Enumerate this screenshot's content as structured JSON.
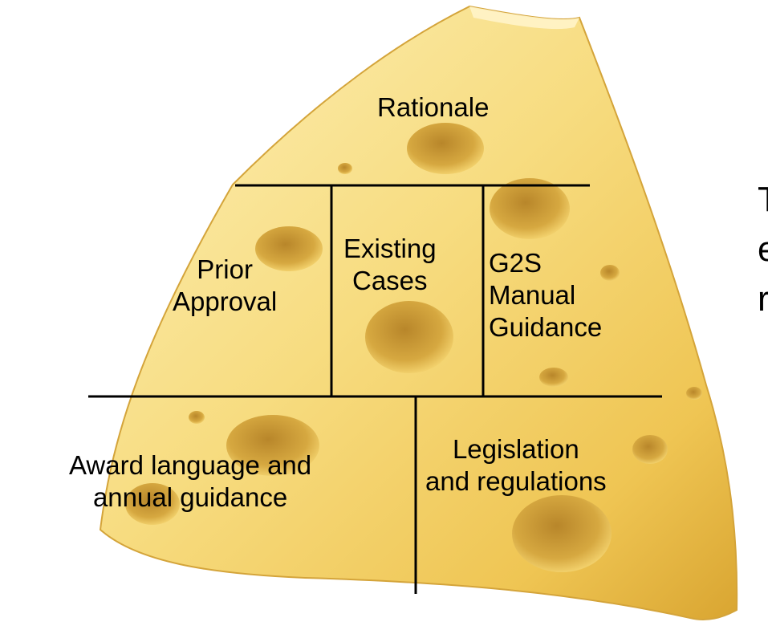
{
  "diagram": {
    "sections": {
      "rationale": "Rationale",
      "prior_approval": [
        "Prior",
        "Approval"
      ],
      "existing_cases": [
        "Existing",
        "Cases"
      ],
      "g2s_manual": [
        "G2S",
        "Manual",
        "Guidance"
      ],
      "award_language": [
        "Award language and",
        "annual guidance"
      ],
      "legislation": [
        "Legislation",
        "and regulations"
      ]
    },
    "side_text": [
      "T",
      "e",
      "r"
    ]
  },
  "colors": {
    "cheese_light": "#fbe9a6",
    "cheese_mid": "#f3cf5f",
    "cheese_dark": "#d9a531",
    "hole": "#c99a33",
    "divider": "#000000"
  }
}
